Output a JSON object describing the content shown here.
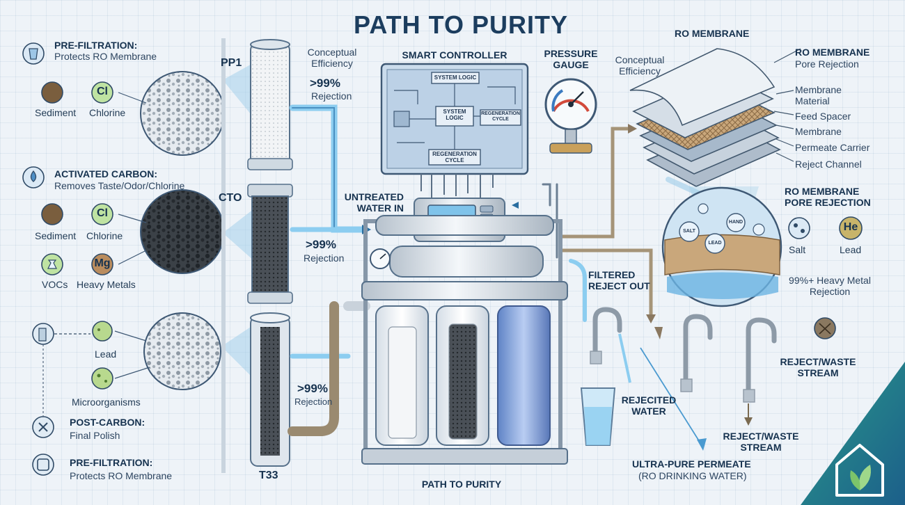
{
  "title": "PATH TO PURITY",
  "footer_label": "PATH TO PURITY",
  "left_panel": {
    "pre_filtration": {
      "heading": "PRE-FILTRATION:",
      "sub": "Protects RO Membrane"
    },
    "sediment_1": "Sediment",
    "chlorine_1": "Chlorine",
    "cl_symbol": "Cl",
    "activated_carbon": {
      "heading": "ACTIVATED CARBON:",
      "sub": "Removes Taste/Odor/Chlorine"
    },
    "sediment_2": "Sediment",
    "chlorine_2": "Chlorine",
    "mg_symbol": "Mg",
    "vocs": "VOCs",
    "heavy_metals": "Heavy Metals",
    "lead": "Lead",
    "microorganisms": "Microorganisms",
    "post_carbon": {
      "heading": "POST-CARBON:",
      "sub": "Final Polish"
    },
    "pre_filtration_2": {
      "heading": "PRE-FILTRATION:",
      "sub": "Protects RO Membrane"
    }
  },
  "filters": {
    "pp1": {
      "label": "PP1"
    },
    "cto": {
      "label": "CTO"
    },
    "t33": {
      "label": "T33"
    }
  },
  "efficiency": {
    "conceptual_1": "Conceptual Efficiency",
    "rejection_1_value": ">99%",
    "rejection_1_label": "Rejection",
    "rejection_2_value": ">99%",
    "rejection_2_label": "Rejection",
    "rejection_3_value": ">99%",
    "rejection_3_label": "Rejection",
    "conceptual_2": "Conceptual Efficiency"
  },
  "controller": {
    "heading": "SMART CONTROLLER",
    "box_system_logic_top": "SYSTEM LOGIC",
    "box_system_logic_center": "SYSTEM LOGIC",
    "box_regen_right": "REGENERATION CYCLE",
    "box_regen_bottom": "REGENERATION CYCLE"
  },
  "pressure_gauge": "PRESSURE GAUGE",
  "untreated_water": "UNTREATED WATER IN",
  "filtered_reject": "FILTERED REJECT OUT",
  "membrane": {
    "heading": "RO MEMBRANE",
    "pore_title": "RO MEMBRANE",
    "pore_sub": "Pore Rejection",
    "layers": [
      "Membrane Material",
      "Feed Spacer",
      "Membrane",
      "Permeate Carrier",
      "Reject Channel"
    ],
    "pore_rejection_heading": "RO MEMBRANE PORE REJECTION",
    "salt": "Salt",
    "lead": "Lead",
    "he_symbol": "He",
    "heavy_metal_note": "99%+ Heavy Metal Rejection",
    "bubble_salt": "SALT",
    "bubble_lead": "LEAD",
    "bubble_hand": "HAND"
  },
  "outputs": {
    "rejected_water": "REJECITED WATER",
    "ultra_pure": "ULTRA-PURE PERMEATE",
    "ro_drinking": "(RO DRINKING WATER)",
    "reject_waste_1": "REJECT/WASTE STREAM",
    "reject_waste_2": "REJECT/WASTE STREAM"
  },
  "colors": {
    "title": "#1c3d5e",
    "water_blue": "#8ccdf0",
    "carbon_dark": "#3a3f44",
    "brown_pipe": "#8a7860",
    "sediment": "#7a5e3e",
    "chlorine_green": "#bfe3a2",
    "panel_bg": "#dbe7f4",
    "logo_teal": "#1f7d92"
  }
}
